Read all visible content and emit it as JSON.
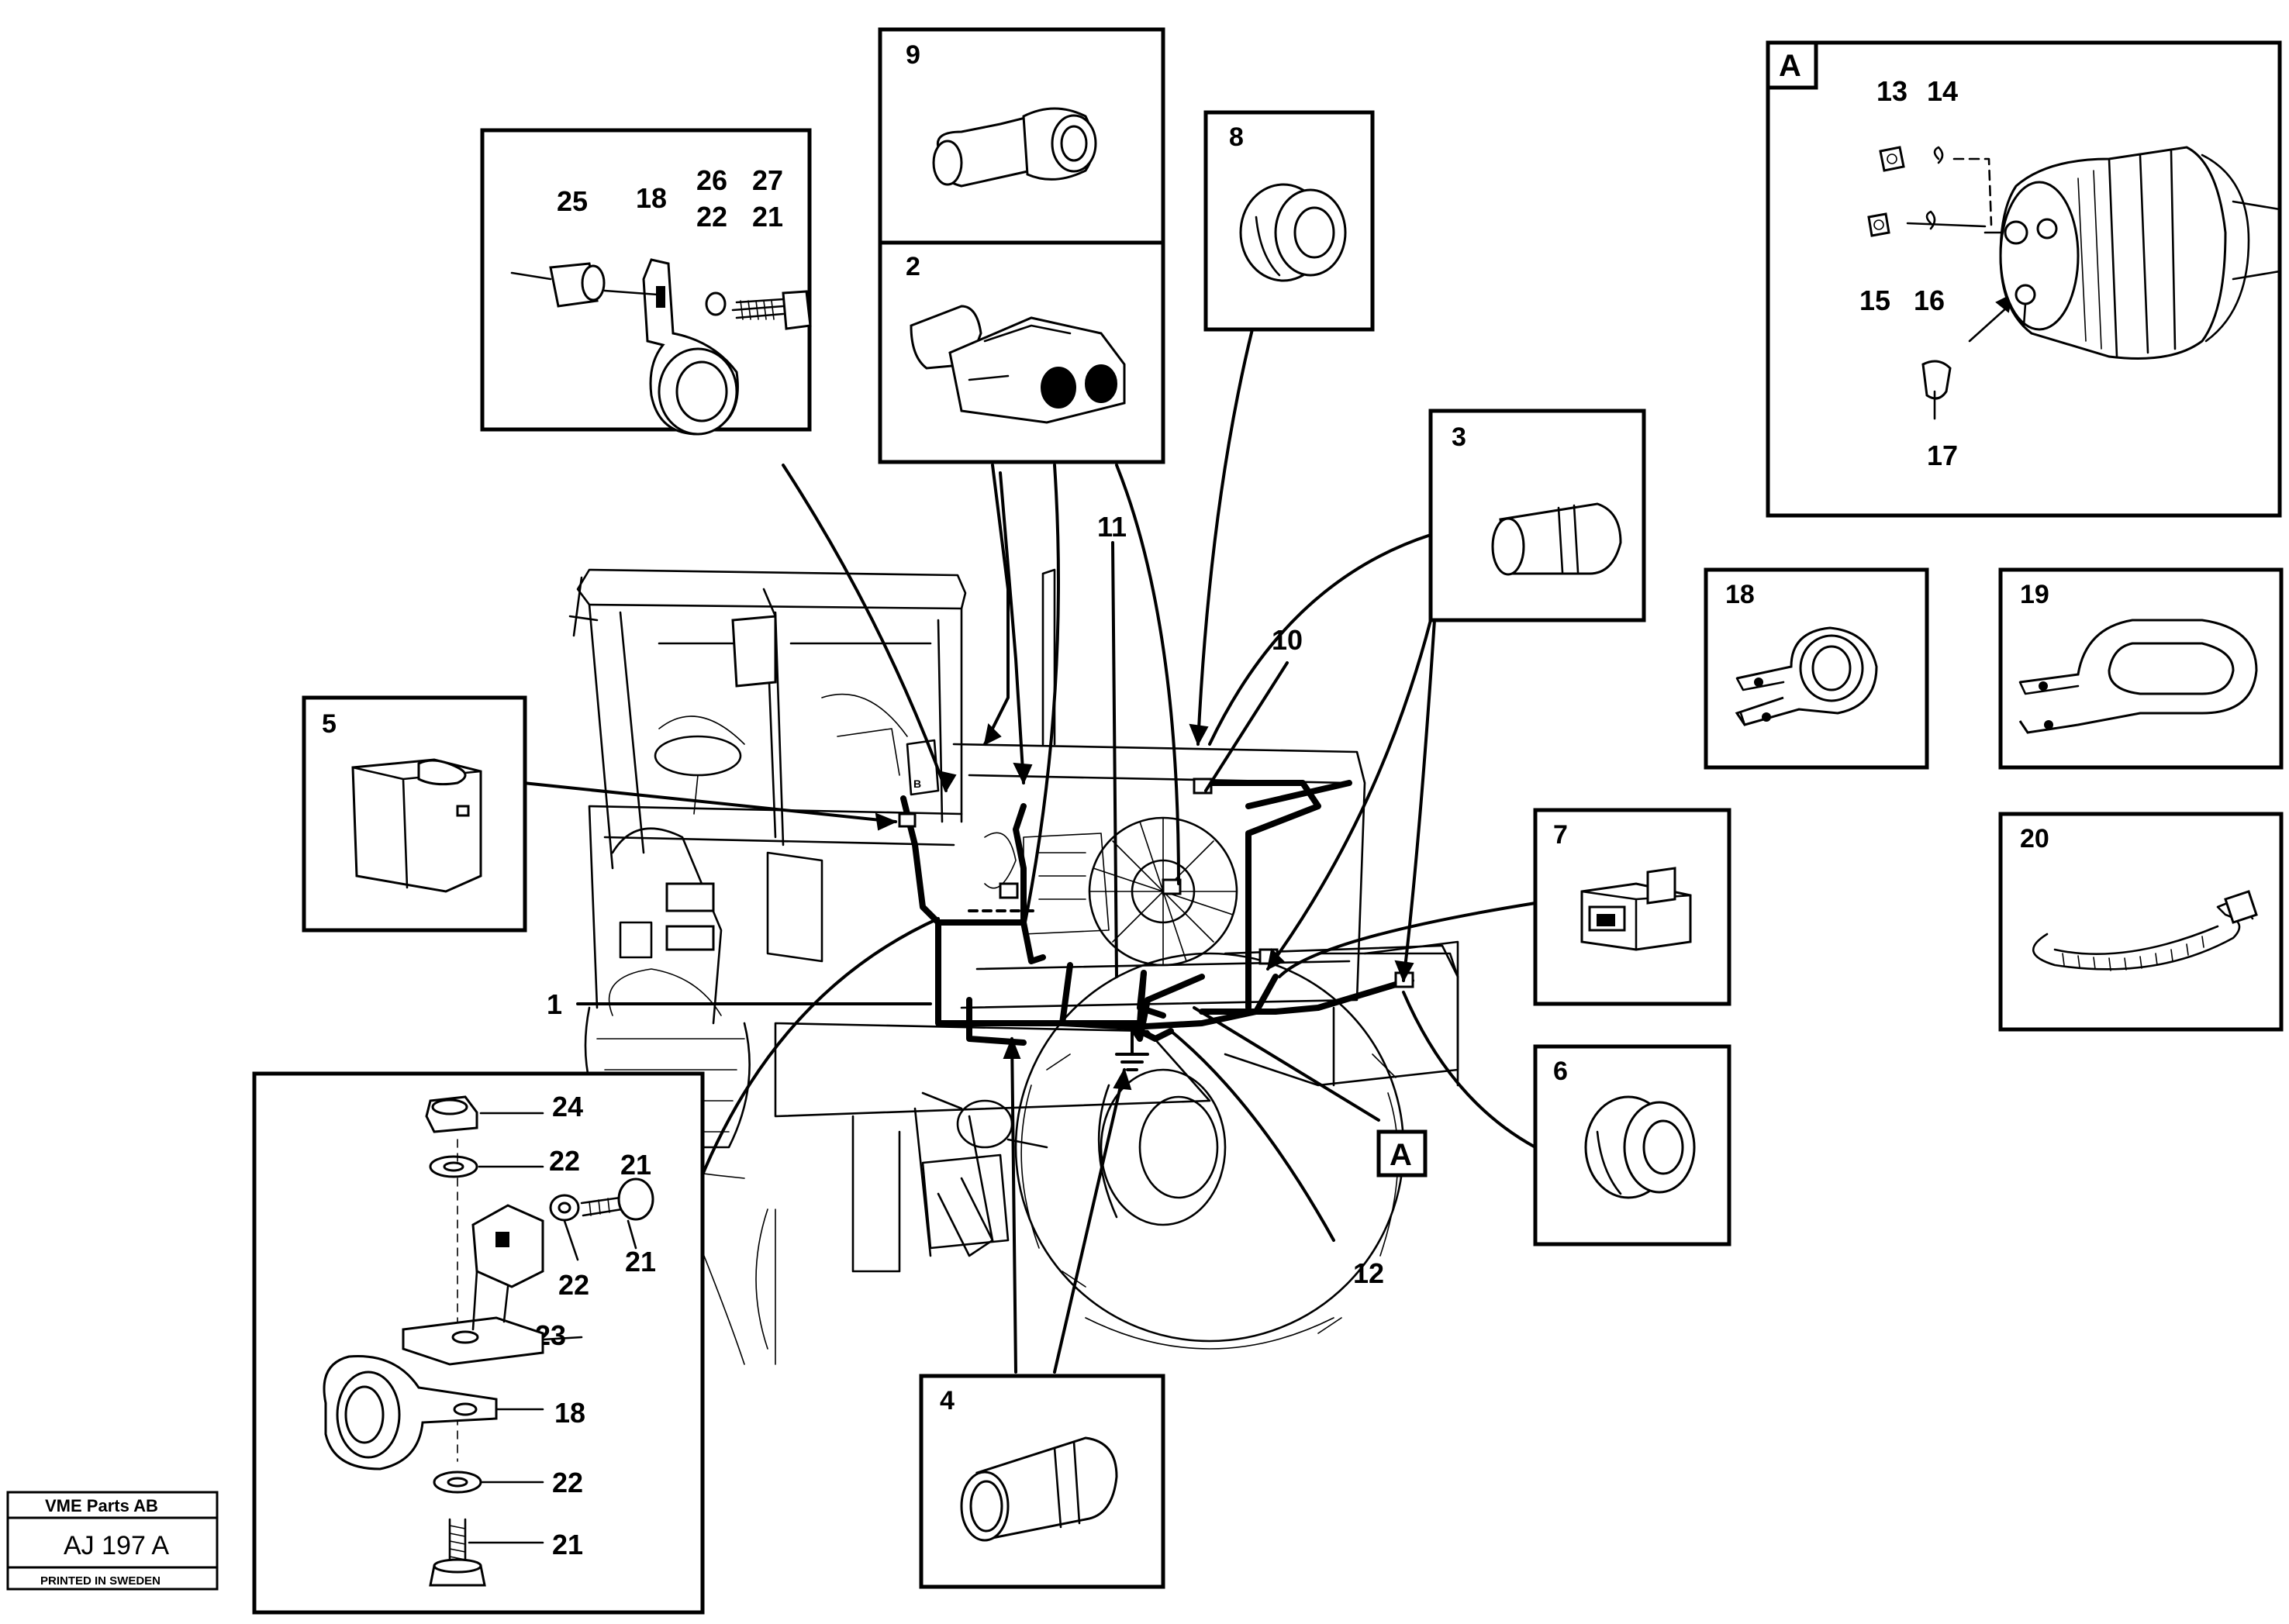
{
  "detail_boxes": {
    "box_9": "9",
    "box_2": "2",
    "box_8": "8",
    "box_3": "3",
    "box_5": "5",
    "box_7": "7",
    "box_6": "6",
    "box_4": "4",
    "box_18": "18",
    "box_19": "19",
    "box_20": "20",
    "box_a": "A",
    "ref_a": "A"
  },
  "clamp_detail_labels": {
    "n25": "25",
    "n18": "18",
    "n26": "26",
    "n22": "22",
    "n27": "27",
    "n21": "21"
  },
  "alternator_labels": {
    "n13": "13",
    "n14": "14",
    "n15": "15",
    "n16": "16",
    "n17": "17"
  },
  "bracket_detail_labels": {
    "n24": "24",
    "n22a": "22",
    "n22b": "22",
    "n21a": "21",
    "n23": "23",
    "n18": "18",
    "n22c": "22",
    "n21b": "21"
  },
  "main_labels": {
    "n1": "1",
    "n10": "10",
    "n11": "11",
    "n12": "12"
  },
  "title_block": {
    "company": "VME Parts AB",
    "code": "AJ 197 A",
    "printed": "PRINTED IN SWEDEN"
  }
}
